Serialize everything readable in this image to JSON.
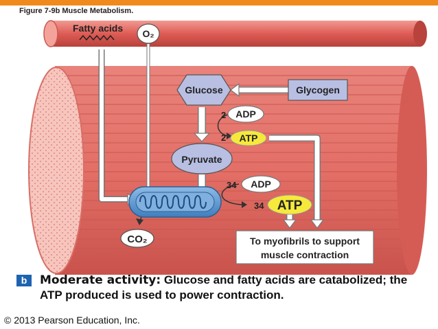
{
  "figure_title": "Figure 7-9b  Muscle Metabolism.",
  "labels": {
    "fatty_acids": "Fatty acids",
    "o2": "O₂",
    "glucose": "Glucose",
    "glycogen": "Glycogen",
    "adp_small": "ADP",
    "adp_small_count": "2",
    "atp_small": "ATP",
    "atp_small_count": "2",
    "pyruvate": "Pyruvate",
    "adp_large": "ADP",
    "adp_large_count": "34",
    "atp_large": "ATP",
    "atp_large_count": "34",
    "co2": "CO₂",
    "target_line1": "To myofibrils to support",
    "target_line2": "muscle contraction"
  },
  "caption": {
    "badge": "b",
    "heading": "Moderate activity:",
    "text": " Glucose and fatty acids are catabolized; the ATP produced is used to power contraction."
  },
  "copyright": "© 2013 Pearson Education, Inc.",
  "colors": {
    "accent_bar": "#f08a1c",
    "muscle": "#e0665f",
    "muscle_light": "#f4b3a8",
    "mitochondrion": "#5b97cf",
    "atp_yellow": "#f5e93c",
    "box_lavender": "#b8bfe3",
    "caption_badge": "#1e63b0"
  }
}
